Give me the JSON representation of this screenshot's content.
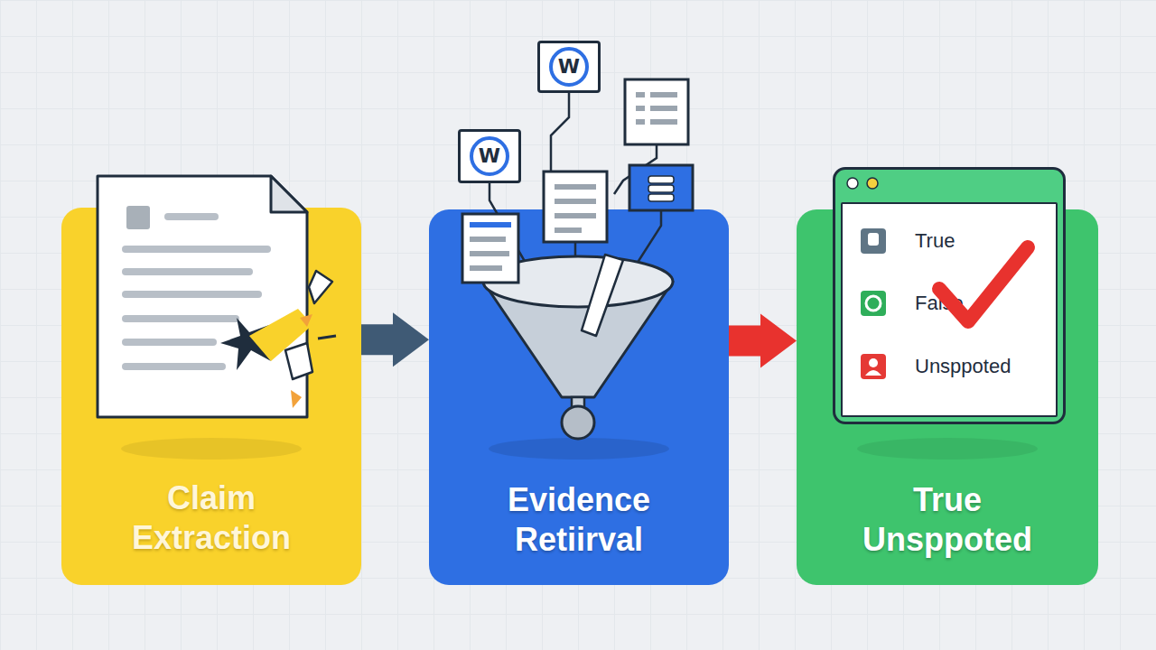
{
  "diagram": {
    "nodes": [
      {
        "text": [
          "Claim Extraction"
        ]
      },
      {
        "text": [
          "Evidence Retiirval"
        ]
      },
      {
        "text": [
          "W"
        ]
      },
      {
        "text": [
          "W"
        ]
      },
      {
        "text": [
          "True Unsppoted"
        ]
      },
      {
        "text": [
          "True",
          "False",
          "Unsppoted"
        ],
        "in": 4
      }
    ],
    "edges": [
      {
        "from": 0,
        "to": 1,
        "arrow": "to"
      },
      {
        "from": 1,
        "to": 4,
        "arrow": "to"
      }
    ]
  }
}
